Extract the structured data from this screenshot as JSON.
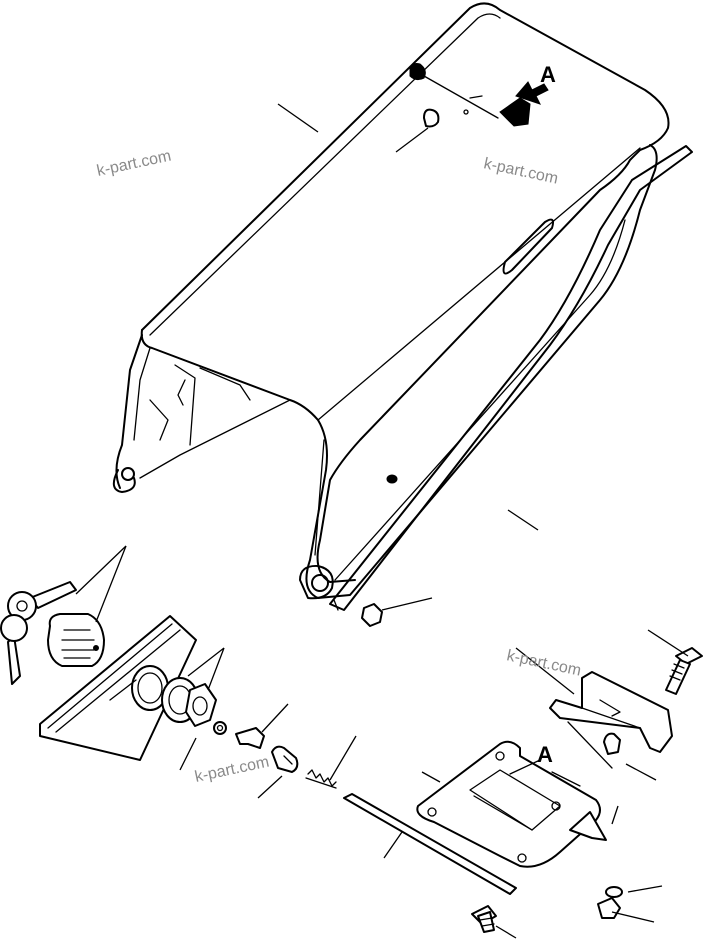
{
  "callouts": {
    "top": "A",
    "bottom": "A"
  },
  "watermark": {
    "text": "k-part.com"
  }
}
